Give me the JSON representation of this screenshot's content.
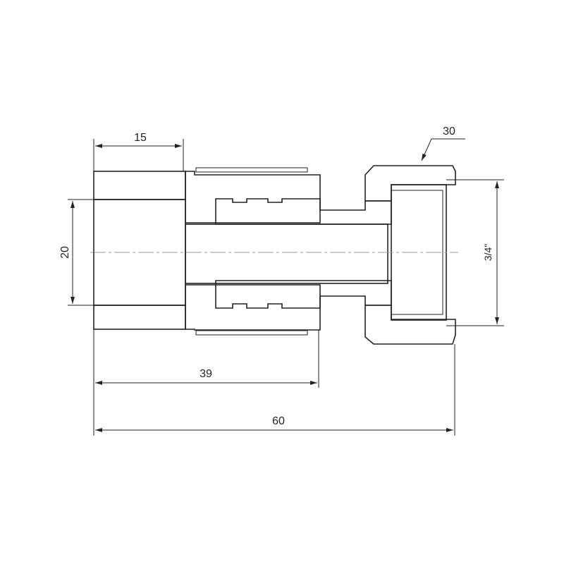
{
  "drawing": {
    "dimensions": {
      "socket_length": "15",
      "pipe_diameter": "20",
      "insert_length": "39",
      "total_length": "60",
      "nut_size": "30",
      "thread_size": "3/4\""
    },
    "colors": {
      "line": "#222222",
      "centerline": "#999999",
      "background": "#ffffff"
    }
  }
}
